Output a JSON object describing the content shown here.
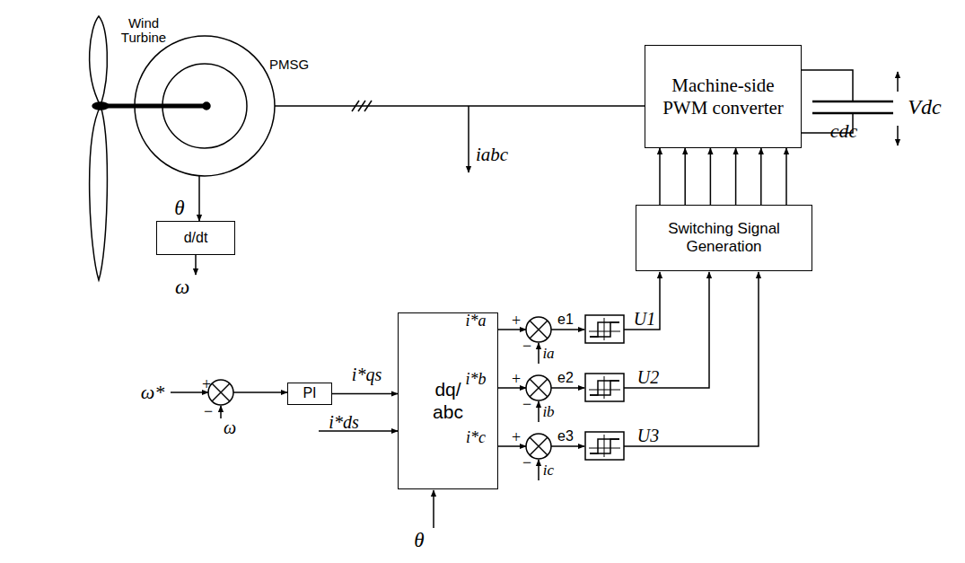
{
  "diagram": {
    "nodes": [
      {
        "text": [
          "Machine-side PWM converter"
        ]
      },
      {
        "text": [
          "Switching Signal Generation"
        ]
      },
      {
        "text": [
          "d/dt"
        ]
      },
      {
        "text": [
          "PI"
        ]
      },
      {
        "text": [
          "dq/ abc"
        ]
      }
    ],
    "edges": [
      {
        "from": 1,
        "to": 0,
        "arrow": "to"
      },
      {
        "from": 3,
        "to": 4,
        "arrow": "to",
        "label": "i*qs"
      }
    ],
    "labels": [
      "Wind Turbine",
      "PMSG",
      "θ",
      "ω",
      "iabc",
      "Vdc",
      "cdc",
      "ω*",
      "+",
      "−",
      "ω",
      "i*ds",
      "θ",
      "i*a",
      "+",
      "−",
      "ia",
      "e1",
      "U1",
      "i*b",
      "+",
      "−",
      "ib",
      "e2",
      "U2",
      "i*c",
      "+",
      "−",
      "ic",
      "e3",
      "U3"
    ]
  }
}
